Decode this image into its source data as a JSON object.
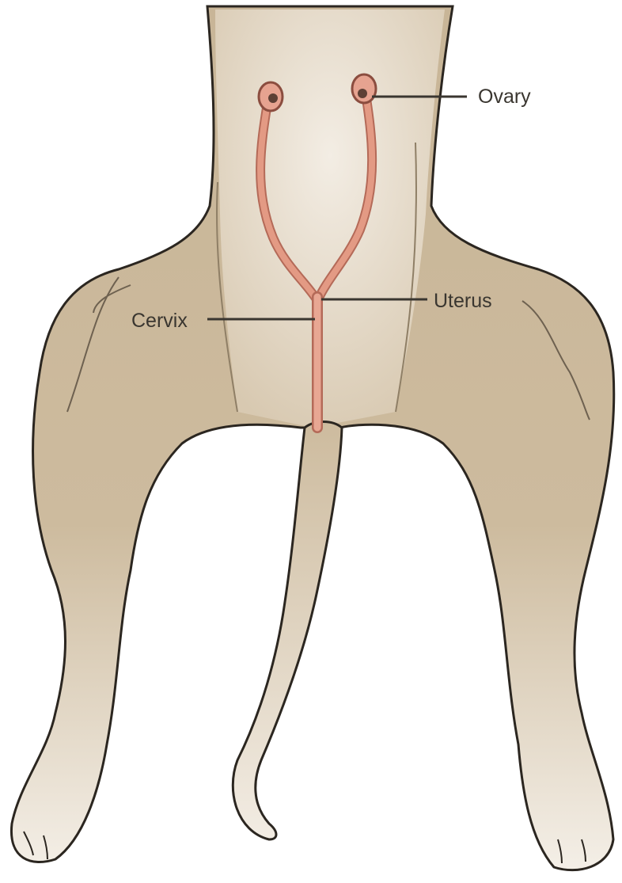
{
  "labels": {
    "ovary": "Ovary",
    "uterus": "Uterus",
    "cervix": "Cervix"
  },
  "colors": {
    "body": "#c8b597",
    "body_light": "#ddd0bb",
    "belly": "#e8dfd1",
    "outline": "#2b2620",
    "reproductive_tract": "#e39a84",
    "reproductive_tract_edge": "#b46a58",
    "leader_line": "#3a3630",
    "background": "#ffffff"
  }
}
